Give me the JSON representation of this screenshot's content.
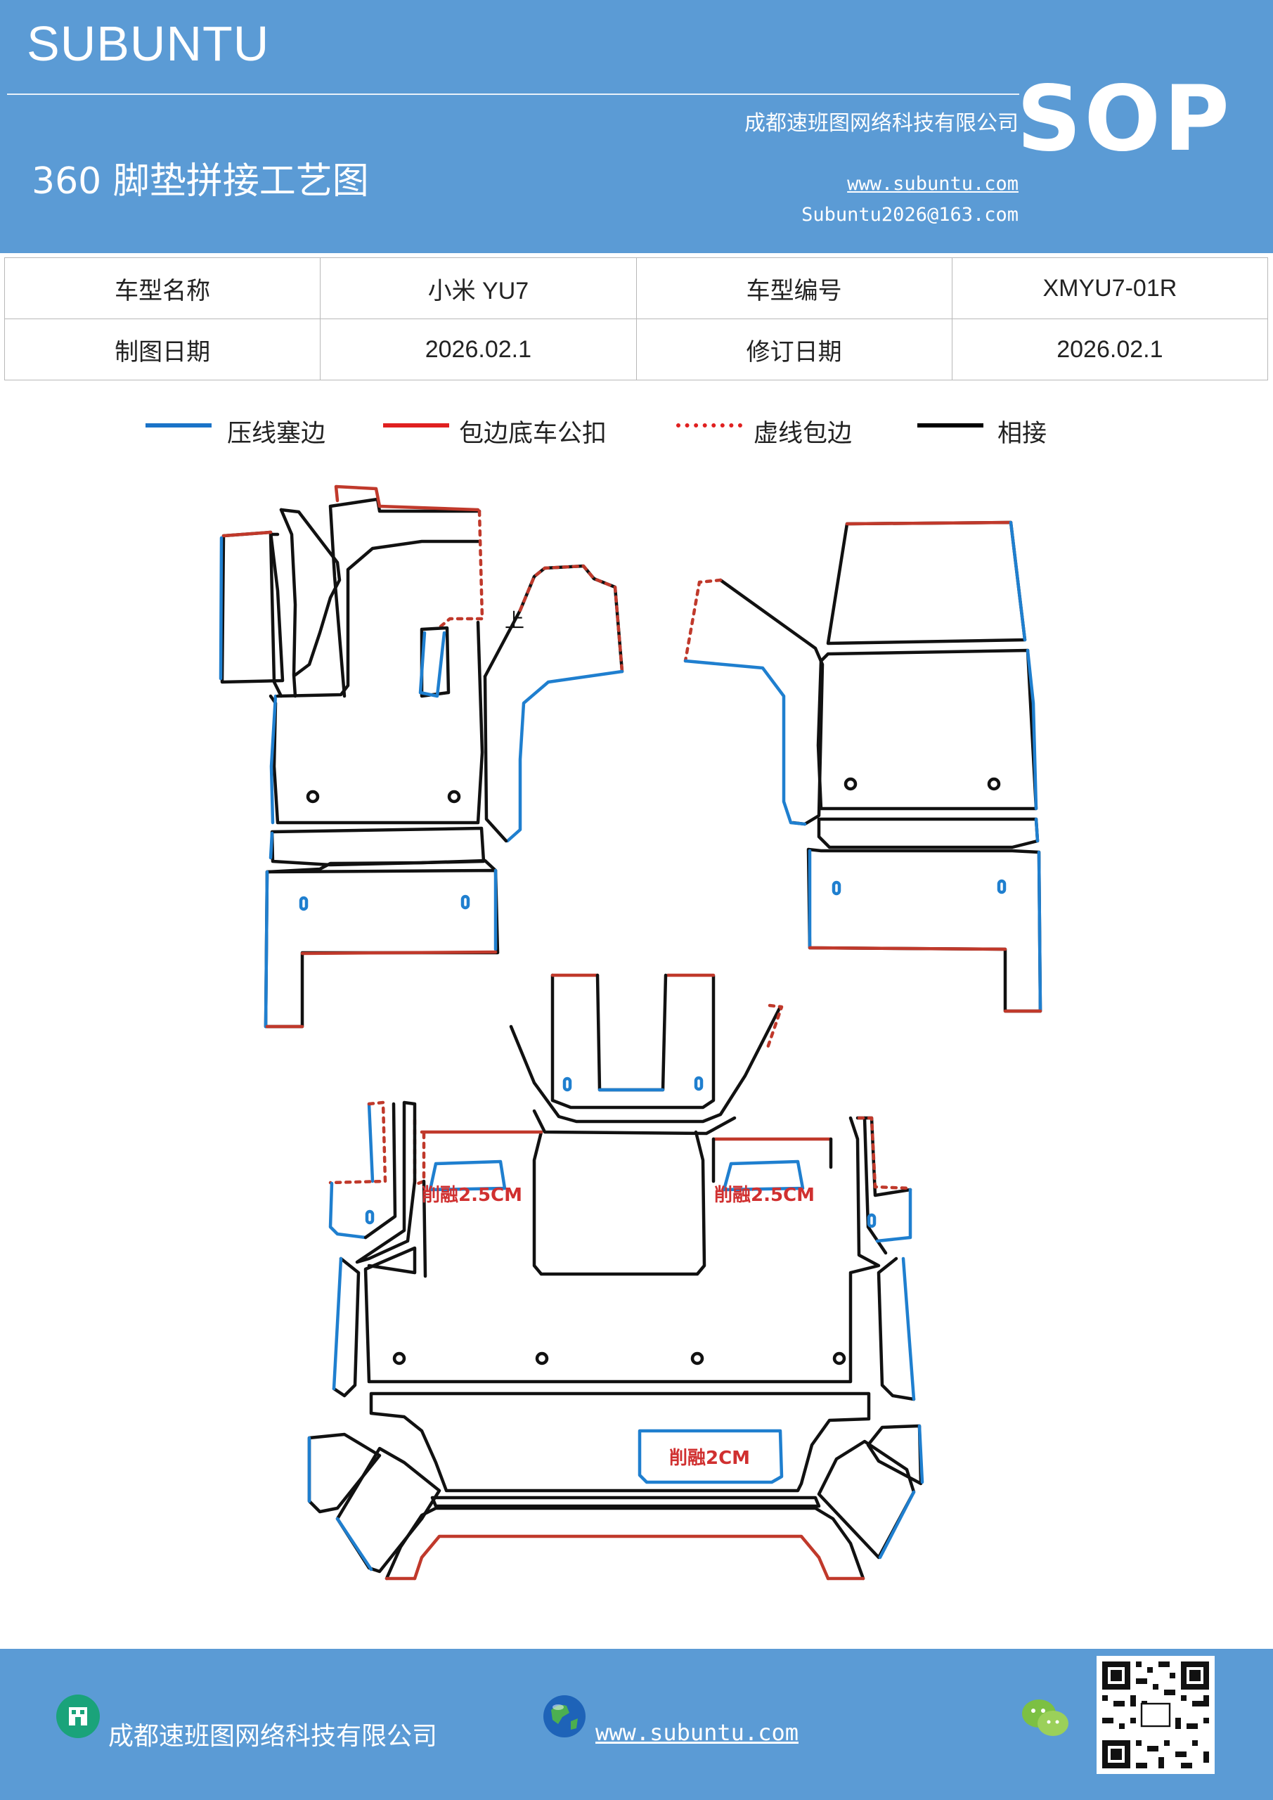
{
  "header": {
    "brand": "SUBUNTU",
    "company": "成都速班图网络科技有限公司",
    "title": "360 脚垫拼接工艺图",
    "website": "www.subuntu.com",
    "email": "Subuntu2026@163.com",
    "badge": "SOP"
  },
  "info_table": {
    "rows": [
      [
        {
          "label": "车型名称"
        },
        {
          "value": "小米 YU7"
        },
        {
          "label": "车型编号"
        },
        {
          "value": "XMYU7-01R"
        }
      ],
      [
        {
          "label": "制图日期"
        },
        {
          "value": "2026.02.1"
        },
        {
          "label": "修订日期"
        },
        {
          "value": "2026.02.1"
        }
      ]
    ]
  },
  "legend": [
    {
      "label": "压线塞边",
      "color": "#1a73c8",
      "style": "solid"
    },
    {
      "label": "包边底车公扣",
      "color": "#e02020",
      "style": "solid"
    },
    {
      "label": "虚线包边",
      "color": "#e02020",
      "style": "dotted"
    },
    {
      "label": "相接",
      "color": "#000000",
      "style": "solid"
    }
  ],
  "diagram": {
    "mark_up": "上",
    "note_left": "削融2.5CM",
    "note_right": "削融2.5CM",
    "note_center": "削融2CM",
    "colors": {
      "blue": "#1f7fcf",
      "red": "#d03030",
      "black": "#111111"
    }
  },
  "footer": {
    "company": "成都速班图网络科技有限公司",
    "website": "www.subuntu.com",
    "icons": [
      "company-icon",
      "globe-icon",
      "wechat-icon",
      "qr-code"
    ]
  }
}
